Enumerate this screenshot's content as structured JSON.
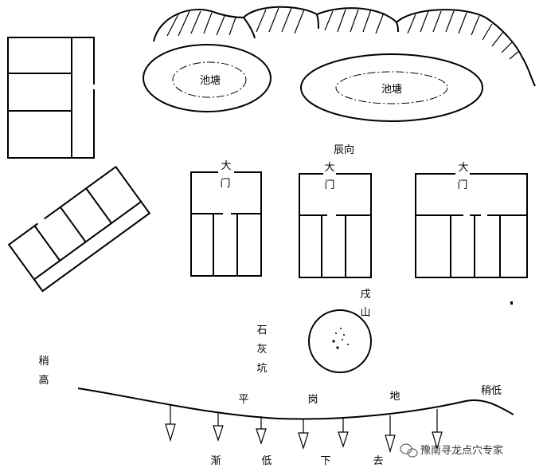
{
  "labels": {
    "pond_left": "池塘",
    "pond_right": "池塘",
    "orientation": "辰向",
    "gate_da": "大",
    "gate_men": "门",
    "wu_shan_1": "戌",
    "wu_shan_2": "山",
    "pit_1": "石",
    "pit_2": "灰",
    "pit_3": "坑",
    "slightly_high_1": "稍",
    "slightly_high_2": "高",
    "slightly_low": "稍低",
    "ridge_1": "平",
    "ridge_2": "岗",
    "ridge_3": "地",
    "slope_1": "渐",
    "slope_2": "低",
    "slope_3": "下",
    "slope_4": "去",
    "watermark": "豫南寻龙点穴专家"
  }
}
